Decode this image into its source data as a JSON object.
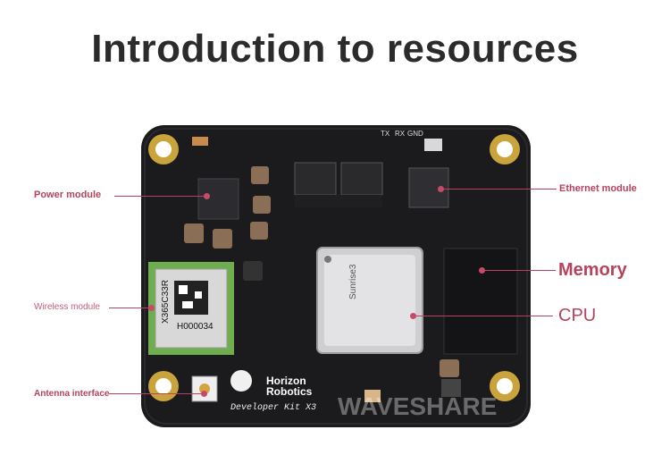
{
  "title": "Introduction to resources",
  "labels": {
    "power_module": "Power module",
    "ethernet_module": "Ethernet module",
    "memory": "Memory",
    "wireless_module": "Wireless module",
    "cpu": "CPU",
    "antenna_interface": "Antenna interface"
  },
  "board": {
    "brand_line1": "Horizon",
    "brand_line2": "Robotics",
    "kit_label": "Developer Kit X3",
    "wifi_code": "X365C33R",
    "wifi_serial": "H000034",
    "chip_name": "Sunrise3",
    "pins": [
      "TX",
      "RX",
      "GND"
    ],
    "watermark": "WAVESHARE"
  },
  "colors": {
    "accent": "#b6435d",
    "board": "#1b1b1d",
    "title": "#2b2b2b"
  }
}
